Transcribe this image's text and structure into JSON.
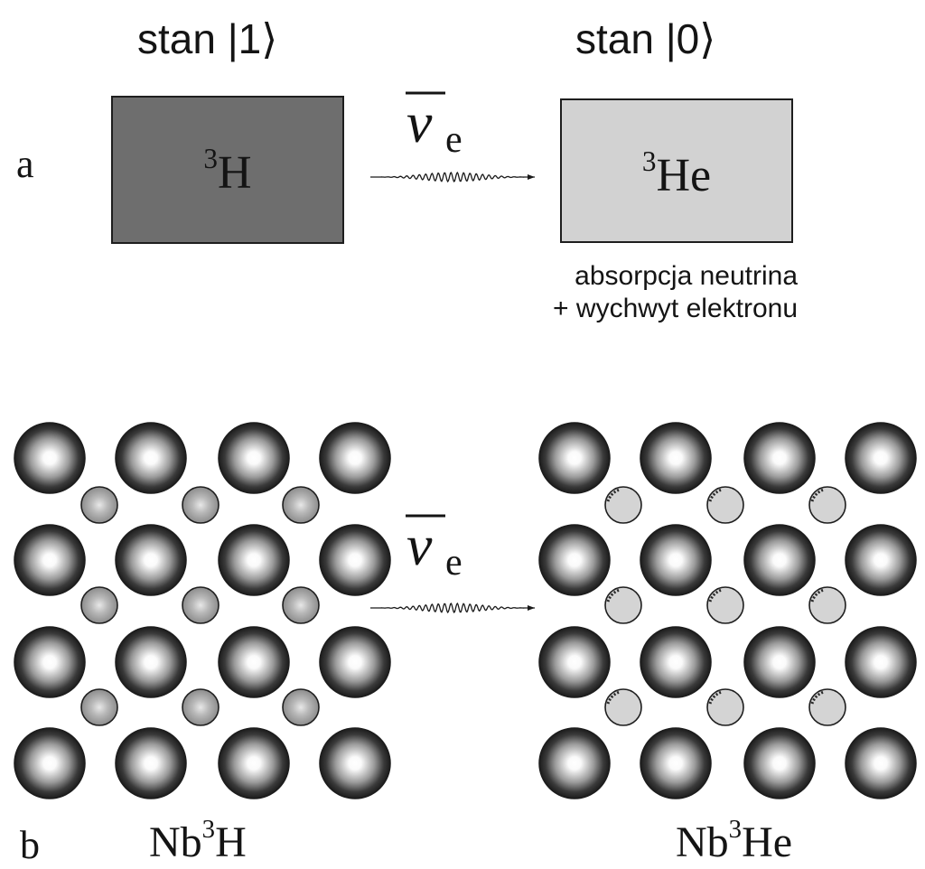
{
  "panel_a": {
    "label": "a",
    "state_left": "stan |1⟩",
    "state_right": "stan |0⟩",
    "box_left": {
      "superscript": "3",
      "element": "H",
      "fill": "#6e6e6e"
    },
    "box_right": {
      "superscript": "3",
      "element": "He",
      "fill": "#d2d2d2"
    },
    "particle": {
      "symbol": "ν",
      "subscript": "e"
    },
    "note_line1": "absorpcja neutrina",
    "note_line2": "+ wychwyt elektronu"
  },
  "panel_b": {
    "label": "b",
    "particle": {
      "symbol": "ν",
      "subscript": "e"
    },
    "left_lattice": {
      "formula_base": "Nb",
      "superscript": "3",
      "element": "H",
      "small_atom_fill": "#8c8c8c",
      "small_atom_center": "#e8e8e8"
    },
    "right_lattice": {
      "formula_base": "Nb",
      "superscript": "3",
      "element": "He",
      "small_atom_fill": "#d4d4d4",
      "small_atom_center": "#d4d4d4"
    }
  },
  "colors": {
    "big_atom_edge": "#1c1c1c",
    "big_atom_center": "#ffffff",
    "outline": "#1e1e1e"
  }
}
